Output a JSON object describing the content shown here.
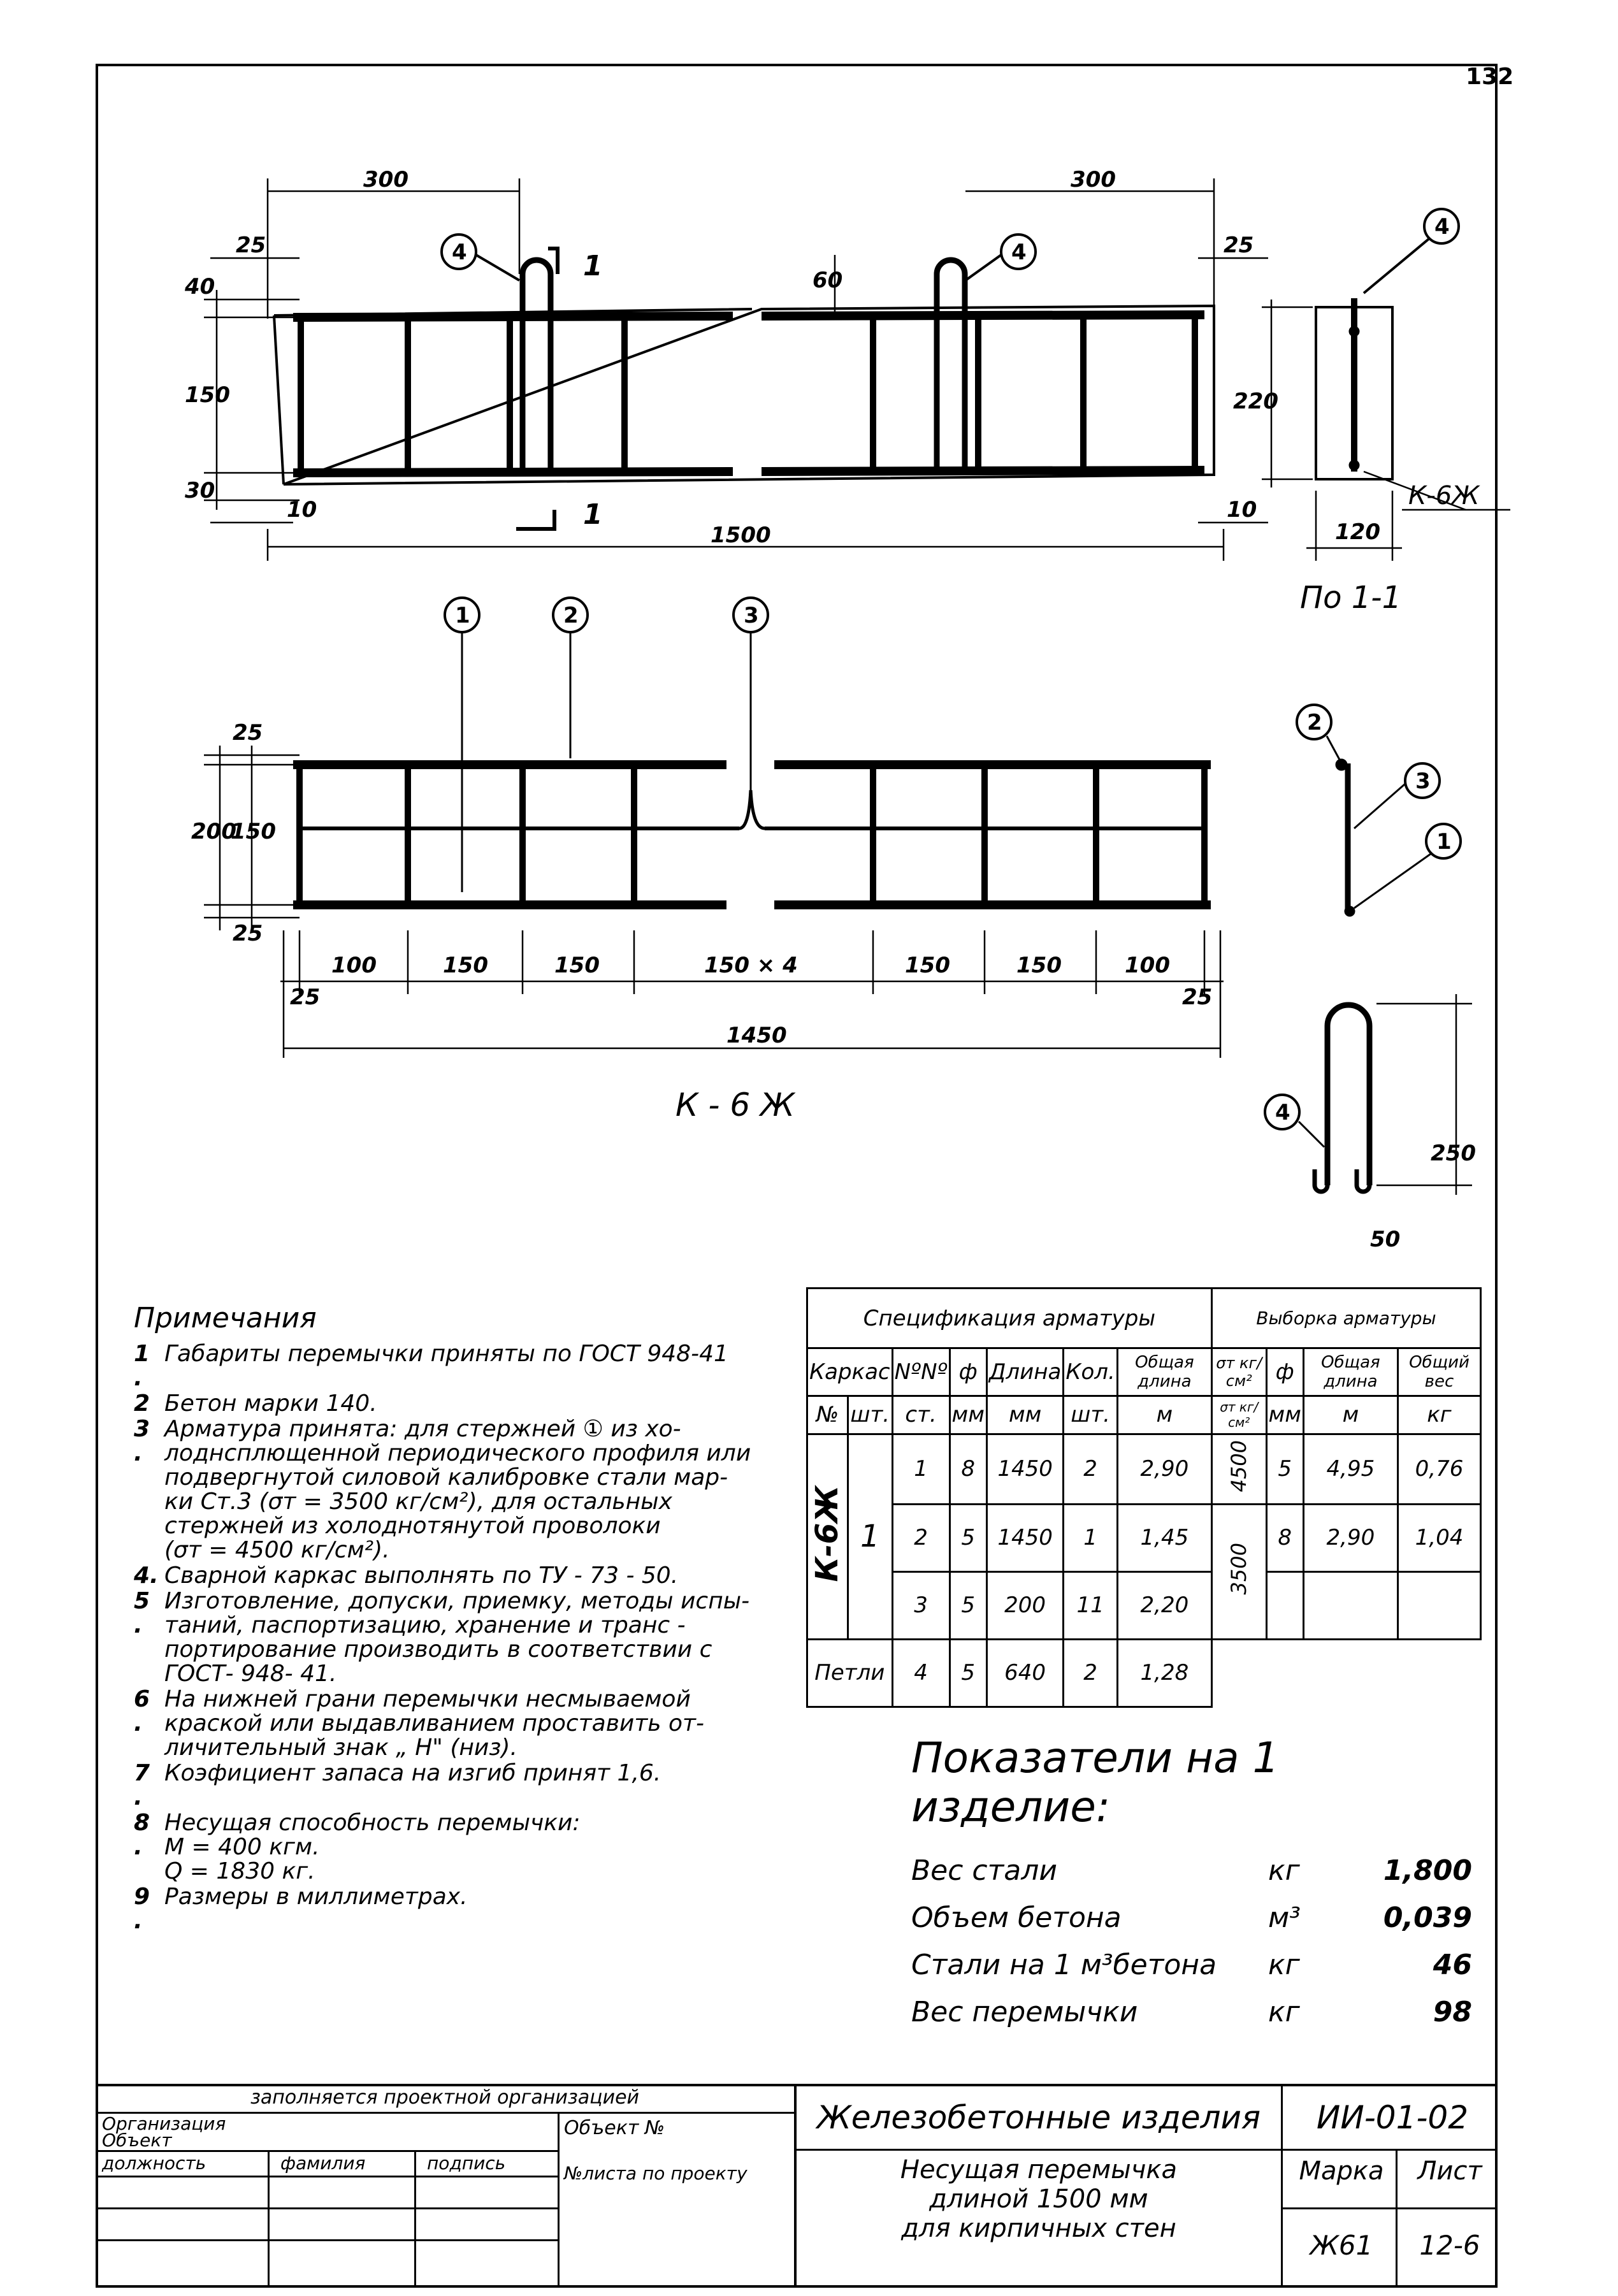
{
  "sheet_number": "132",
  "elevation": {
    "dims_top": [
      "300",
      "300"
    ],
    "dim_left": [
      "25",
      "40",
      "150",
      "30",
      "10"
    ],
    "dim_right": [
      "25",
      "60",
      "10"
    ],
    "height": "220",
    "length": "1500",
    "section_mark": "1",
    "callout": "4"
  },
  "section": {
    "width": "120",
    "label": "К-6Ж",
    "caption": "По 1-1",
    "callout": "4"
  },
  "cage": {
    "callouts": [
      "1",
      "2",
      "3"
    ],
    "dims_left": [
      "25",
      "150",
      "25"
    ],
    "total_height": "200",
    "spacings": [
      "100",
      "150",
      "150",
      "150 × 4",
      "150",
      "150",
      "100"
    ],
    "edge": "25",
    "length": "1450",
    "title": "К - 6 Ж",
    "side_callouts": [
      "2",
      "3",
      "1"
    ]
  },
  "loop": {
    "callout": "4",
    "height": "250",
    "width": "50"
  },
  "notes": {
    "header": "Примечания",
    "items": [
      {
        "n": "1 .",
        "t": "Габариты перемычки приняты по ГОСТ 948-41"
      },
      {
        "n": "2",
        "t": "Бетон марки 140."
      },
      {
        "n": "3 .",
        "t": "Арматура принята: для стержней ① из хо-\nлоднсплющенной периодического профиля или\nподвергнутой силовой калибровке стали мар-\nки Ст.3 (σт = 3500 кг/см²), для остальных\nстержней из холоднотянутой проволоки\n(σт = 4500 кг/см²)."
      },
      {
        "n": "4.",
        "t": "Сварной каркас выполнять по ТУ - 73 - 50."
      },
      {
        "n": "5 .",
        "t": "Изготовление, допуски, приемку, методы испы-\nтаний, паспортизацию, хранение и транс -\nпортирование производить в соответствии с\nГОСТ- 948- 41."
      },
      {
        "n": "6 .",
        "t": "На нижней грани перемычки несмываемой\nкраской или выдавливанием проставить от-\nличительный знак „ Н\" (низ)."
      },
      {
        "n": "7 .",
        "t": "Коэфициент запаса на изгиб принят 1,6."
      },
      {
        "n": "8 .",
        "t": "Несущая способность перемычки:\n      М = 400 кгм.\n      Q = 1830 кг."
      },
      {
        "n": "9 .",
        "t": "Размеры в миллиметрах."
      }
    ]
  },
  "spec_table": {
    "title_spec": "Спецификация арматуры",
    "title_sel": "Выборка арматуры",
    "h_karkas": "Каркас",
    "h_no_sym": "№",
    "h_sht": "шт.",
    "h_nn": "NºNº",
    "h_st": "ст.",
    "h_phi": "ф",
    "h_mm": "мм",
    "h_len": "Длина",
    "h_len_mm": "мм",
    "h_qty": "Кол.",
    "h_qty_sht": "шт.",
    "h_tot": "Общая длина",
    "h_tot_m": "м",
    "h_sigma": "σт кг/см²",
    "h_phi2": "ф",
    "h_mm2": "мм",
    "h_tot2": "Общая длина",
    "h_tot2_m": "м",
    "h_weight": "Общий вес",
    "h_weight_kg": "кг",
    "karkas_name": "К-6Ж",
    "karkas_qty": "1",
    "rows": [
      {
        "nn": "1",
        "phi": "8",
        "len": "1450",
        "qty": "2",
        "tot": "2,90"
      },
      {
        "nn": "2",
        "phi": "5",
        "len": "1450",
        "qty": "1",
        "tot": "1,45"
      },
      {
        "nn": "3",
        "phi": "5",
        "len": "200",
        "qty": "11",
        "tot": "2,20"
      }
    ],
    "sel_rows": [
      {
        "sigma": "4500",
        "phi": "5",
        "tot": "4,95",
        "w": "0,76"
      },
      {
        "sigma": "3500",
        "phi": "8",
        "tot": "2,90",
        "w": "1,04"
      }
    ],
    "loops": {
      "name": "Петли",
      "nn": "4",
      "phi": "5",
      "len": "640",
      "qty": "2",
      "tot": "1,28"
    }
  },
  "indicators": {
    "title": "Показатели на 1 изделие:",
    "rows": [
      {
        "name": "Вес стали",
        "unit": "кг",
        "value": "1,800"
      },
      {
        "name": "Объем бетона",
        "unit": "м³",
        "value": "0,039"
      },
      {
        "name": "Стали на 1 м³бетона",
        "unit": "кг",
        "value": "46"
      },
      {
        "name": "Вес перемычки",
        "unit": "кг",
        "value": "98"
      }
    ]
  },
  "title_block": {
    "filled_by": "заполняется проектной организацией",
    "org": "Организация",
    "object": "Объект",
    "object_no": "Объект №",
    "position": "должность",
    "surname": "фамилия",
    "signature": "подпись",
    "sheet_per_project": "№листа по проекту",
    "main_title": "Железобетонные изделия",
    "series": "ИИ-01-02",
    "description": "Несущая перемычка\nдлиной 1500 мм\nдля кирпичных стен",
    "mark_label": "Марка",
    "sheet_label": "Лист",
    "mark": "Ж61",
    "sheet": "12-6"
  }
}
